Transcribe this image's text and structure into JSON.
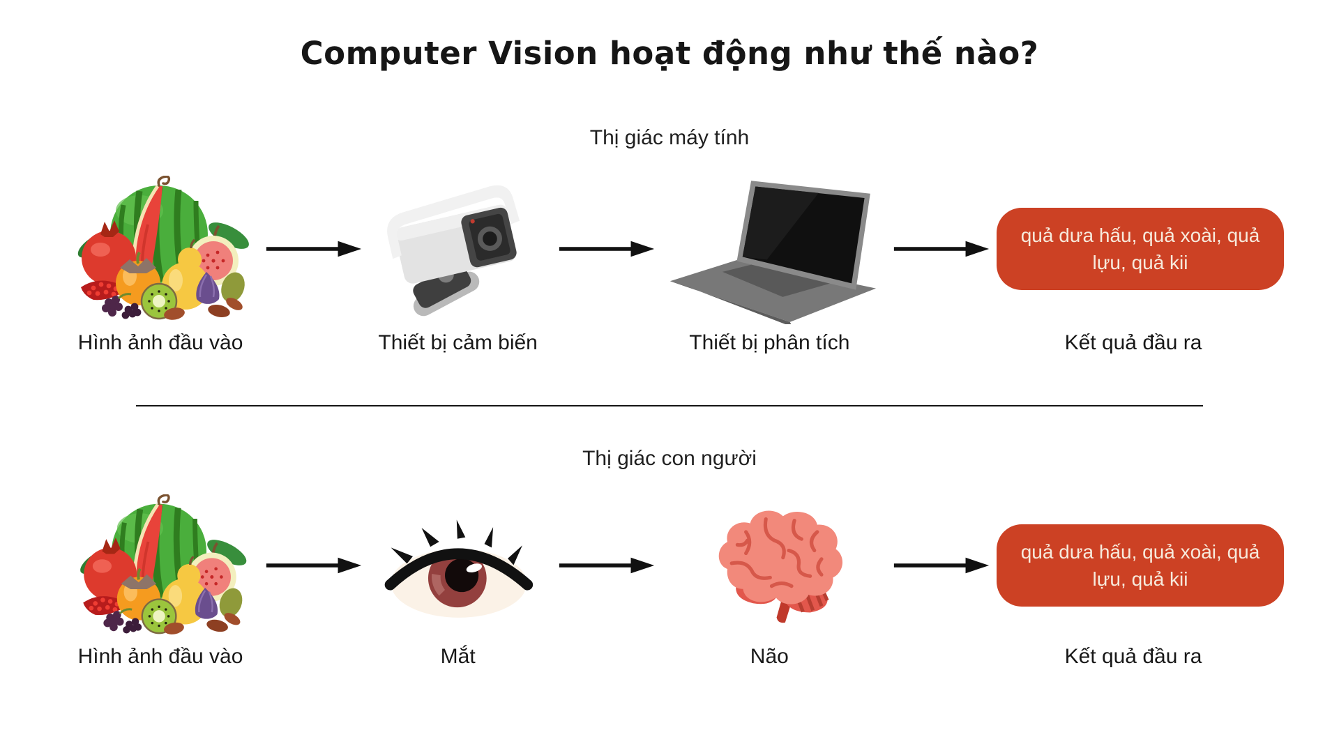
{
  "title": "Computer Vision hoạt động như thế nào?",
  "colors": {
    "badge_bg": "#cc4124",
    "badge_text": "#f7eadc",
    "ink": "#1a1a1a"
  },
  "machine_row": {
    "subtitle": "Thị giác máy tính",
    "result_text": "quả dưa hấu, quả xoài, quả lựu, quả kii",
    "steps": [
      {
        "label": "Hình ảnh đầu vào",
        "icon": "fruit-basket-icon"
      },
      {
        "label": "Thiết bị cảm biến",
        "icon": "security-camera-icon"
      },
      {
        "label": "Thiết bị phân tích",
        "icon": "laptop-icon"
      },
      {
        "label": "Kết quả đầu ra",
        "icon": "result-badge"
      }
    ]
  },
  "human_row": {
    "subtitle": "Thị giác con người",
    "result_text": "quả dưa hấu, quả xoài, quả lựu, quả kii",
    "steps": [
      {
        "label": "Hình ảnh đầu vào",
        "icon": "fruit-basket-icon"
      },
      {
        "label": "Mắt",
        "icon": "eye-icon"
      },
      {
        "label": "Não",
        "icon": "brain-icon"
      },
      {
        "label": "Kết quả đầu ra",
        "icon": "result-badge"
      }
    ]
  }
}
